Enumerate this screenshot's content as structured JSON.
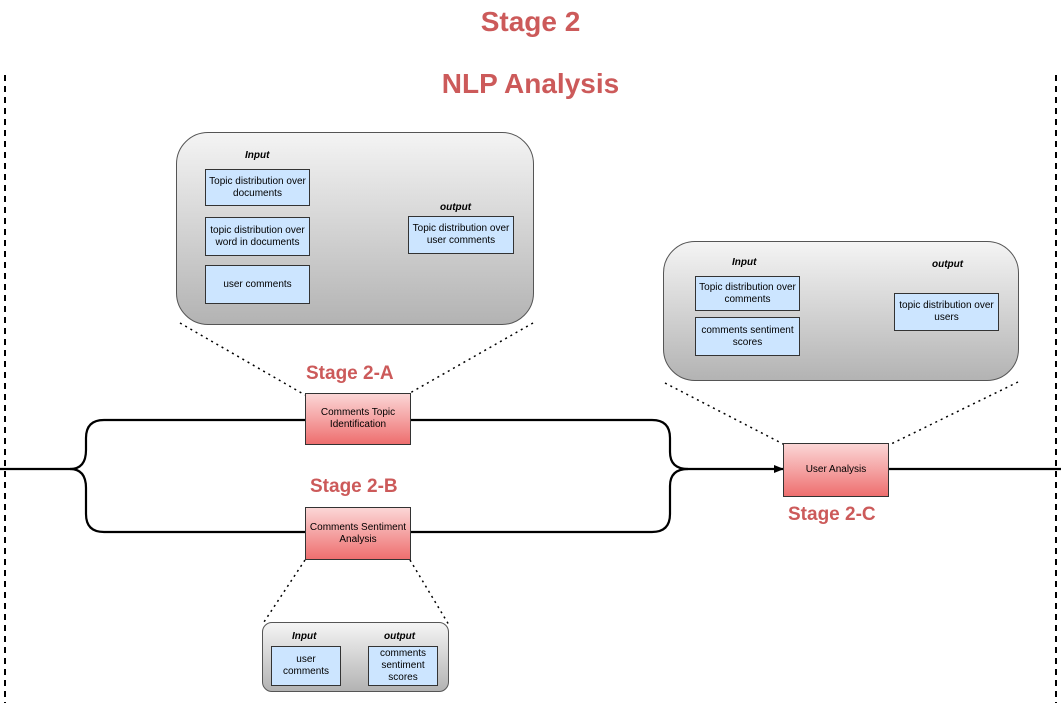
{
  "header": {
    "stage": "Stage 2",
    "subtitle": "NLP Analysis"
  },
  "stage_a": {
    "label": "Stage 2-A",
    "process": "Comments Topic Identification",
    "detail": {
      "input_label": "Input",
      "output_label": "output",
      "inputs": [
        "Topic distribution over documents",
        "topic distribution over word in documents",
        "user comments"
      ],
      "output": "Topic distribution over user comments"
    }
  },
  "stage_b": {
    "label": "Stage 2-B",
    "process": "Comments Sentiment Analysis",
    "detail": {
      "input_label": "Input",
      "output_label": "output",
      "input": "user comments",
      "output": "comments sentiment scores"
    }
  },
  "stage_c": {
    "label": "Stage 2-C",
    "process": "User Analysis",
    "detail": {
      "input_label": "Input",
      "output_label": "output",
      "inputs": [
        "Topic distribution over comments",
        "comments sentiment scores"
      ],
      "output": "topic distribution over users"
    }
  },
  "colors": {
    "accent": "#cc5a5a",
    "input_box": "#cce5ff",
    "process_box": "#ee6f6f"
  }
}
